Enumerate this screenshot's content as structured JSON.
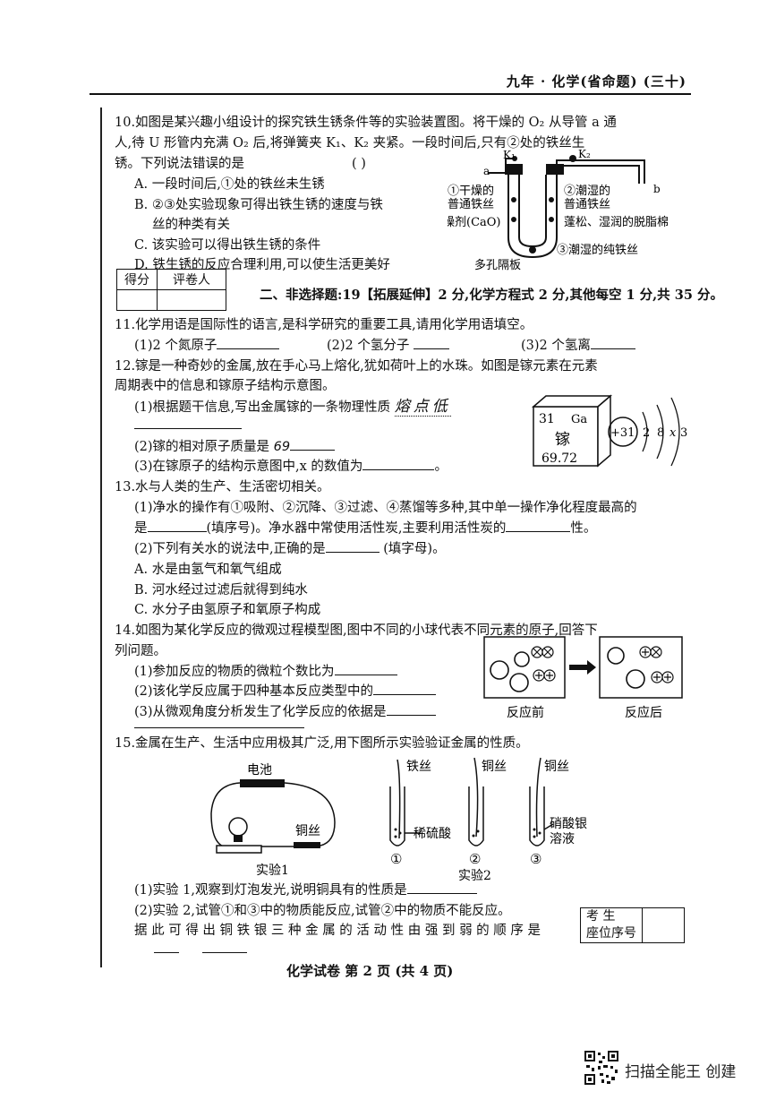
{
  "header": {
    "title": "九年 · 化学(省命题)  (三十)"
  },
  "q10": {
    "stem1": "10.如图是某兴趣小组设计的探究铁生锈条件等的实验装置图。将干燥的 O₂ 从导管 a 通",
    "stem2": "人,待 U 形管内充满 O₂ 后,将弹簧夹 K₁、K₂ 夹紧。一段时间后,只有②处的铁丝生",
    "stem3": "锈。下列说法错误的是",
    "paren": "(     )",
    "optA": "A. 一段时间后,①处的铁丝未生锈",
    "optB1": "B. ②③处实验现象可得出铁生锈的速度与铁",
    "optB2": "丝的种类有关",
    "optC": "C. 该实验可以得出铁生锈的条件",
    "optD": "D. 铁生锈的反应合理利用,可以使生活更美好",
    "fig": {
      "a": "a",
      "k1": "K₁",
      "k2": "K₂",
      "b": "b",
      "l1a": "①干燥的",
      "l1b": "普通铁丝",
      "l2a": "②潮湿的",
      "l2b": "普通铁丝",
      "l3": "干燥剂(CaO)",
      "l4": "蓬松、湿润的脱脂棉",
      "l5": "③潮湿的纯铁丝",
      "l6": "多孔隔板"
    }
  },
  "score": {
    "c1": "得分",
    "c2": "评卷人"
  },
  "section2": "二、非选择题:19【拓展延伸】2 分,化学方程式 2 分,其他每空 1 分,共 35 分。",
  "q11": {
    "stem": "11.化学用语是国际性的语言,是科学研究的重要工具,请用化学用语填空。",
    "p1": "(1)2 个氮原子",
    "p2": "(2)2 个氢分子",
    "p3": "(3)2 个氢离"
  },
  "q12": {
    "stem1": "12.镓是一种奇妙的金属,放在手心马上熔化,犹如荷叶上的水珠。如图是镓元素在元素",
    "stem2": "周期表中的信息和镓原子结构示意图。",
    "p1": "(1)根据题干信息,写出金属镓的一条物理性质",
    "p2": "(2)镓的相对原子质量是",
    "p3": "(3)在镓原子的结构示意图中,x 的数值为",
    "dot": "。",
    "hand1": "熔点低",
    "hand2": "69",
    "cell": {
      "num": "31",
      "sym": "Ga",
      "name": "镓",
      "mass": "69.72"
    },
    "atom": {
      "nucleus": "+31",
      "e1": "2",
      "e2": "8",
      "e3": "x",
      "e4": "3"
    }
  },
  "q13": {
    "stem": "13.水与人类的生产、生活密切相关。",
    "p1a": "(1)净水的操作有①吸附、②沉降、③过滤、④蒸馏等多种,其中单一操作净化程度最高的",
    "p1b": "是",
    "p1c": "(填序号)。净水器中常使用活性炭,主要利用活性炭的",
    "p1d": "性。",
    "p2": "(2)下列有关水的说法中,正确的是",
    "p2b": "(填字母)。",
    "optA": "A. 水是由氢气和氧气组成",
    "optB": "B. 河水经过过滤后就得到纯水",
    "optC": "C. 水分子由氢原子和氧原子构成"
  },
  "q14": {
    "stem1": "14.如图为某化学反应的微观过程模型图,图中不同的小球代表不同元素的原子,回答下",
    "stem2": "列问题。",
    "p1": "(1)参加反应的物质的微粒个数比为",
    "p2": "(2)该化学反应属于四种基本反应类型中的",
    "p3": "(3)从微观角度分析发生了化学反应的依据是",
    "before": "反应前",
    "after": "反应后"
  },
  "q15": {
    "stem": "15.金属在生产、生活中应用极其广泛,用下图所示实验验证金属的性质。",
    "battery": "电池",
    "copper": "铜丝",
    "exp1": "实验1",
    "exp2": "实验2",
    "t1": "铁丝",
    "t2": "铜丝",
    "t3": "铜丝",
    "acid": "稀硫酸",
    "silver1": "硝酸银",
    "silver2": "溶液",
    "n1": "①",
    "n2": "②",
    "n3": "③",
    "p1": "(1)实验 1,观察到灯泡发光,说明铜具有的性质是",
    "p2": "(2)实验 2,试管①和③中的物质能反应,试管②中的物质不能反应。",
    "p3": "据 此 可 得 出 铜  铁  银 三 种 金 属 的 活 动 性 由 强 到 弱 的 顺 序 是"
  },
  "seat": {
    "a": "考      生",
    "b": "座位序号"
  },
  "footer": "化学试卷   第 2 页    (共 4 页)",
  "watermark": "扫描全能王 创建"
}
